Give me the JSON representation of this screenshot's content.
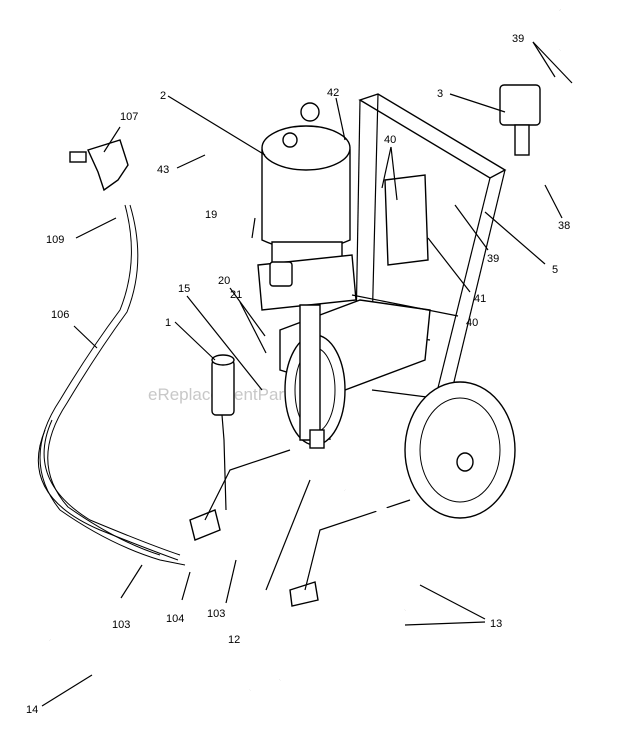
{
  "watermark": "eReplacementParts.com",
  "callouts": [
    {
      "id": "c1",
      "text": "1"
    },
    {
      "id": "c2",
      "text": "2"
    },
    {
      "id": "c3",
      "text": "3"
    },
    {
      "id": "c5",
      "text": "5"
    },
    {
      "id": "c12",
      "text": "12"
    },
    {
      "id": "c13",
      "text": "13"
    },
    {
      "id": "c14",
      "text": "14"
    },
    {
      "id": "c15",
      "text": "15"
    },
    {
      "id": "c19",
      "text": "19"
    },
    {
      "id": "c20",
      "text": "20"
    },
    {
      "id": "c21",
      "text": "21"
    },
    {
      "id": "c38",
      "text": "38"
    },
    {
      "id": "c39a",
      "text": "39"
    },
    {
      "id": "c39b",
      "text": "39"
    },
    {
      "id": "c40a",
      "text": "40"
    },
    {
      "id": "c40b",
      "text": "40"
    },
    {
      "id": "c41",
      "text": "41"
    },
    {
      "id": "c42",
      "text": "42"
    },
    {
      "id": "c43",
      "text": "43"
    },
    {
      "id": "c103a",
      "text": "103"
    },
    {
      "id": "c103b",
      "text": "103"
    },
    {
      "id": "c104",
      "text": "104"
    },
    {
      "id": "c106",
      "text": "106"
    },
    {
      "id": "c107",
      "text": "107"
    },
    {
      "id": "c109",
      "text": "109"
    }
  ]
}
